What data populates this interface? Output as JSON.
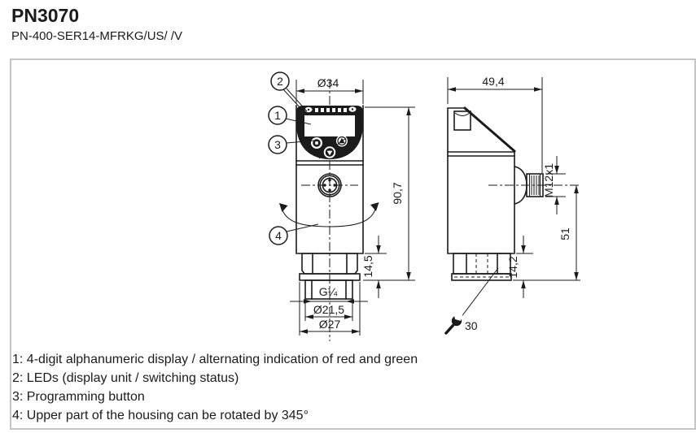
{
  "header": {
    "title": "PN3070",
    "subtitle": "PN-400-SER14-MFRKG/US/ /V"
  },
  "figure": {
    "front_view": {
      "dims": {
        "width": "Ø34",
        "height": "90,7",
        "collar_height": "14,5",
        "thread": "G¼",
        "thread_diameter": "Ø21,5",
        "hex_width": "Ø27"
      },
      "callouts": {
        "display": "1",
        "leds": "2",
        "button": "3",
        "rotation": "4"
      }
    },
    "side_view": {
      "dims": {
        "depth": "49,4",
        "connector_thread": "M12x1",
        "connector_height": "51",
        "collar_height": "14,2",
        "wrench_size": "30"
      }
    }
  },
  "legend": {
    "items": [
      "1: 4-digit alphanumeric display / alternating indication of red and green",
      "2: LEDs (display unit / switching status)",
      "3: Programming button",
      "4: Upper part of the housing can be rotated by 345°"
    ]
  },
  "colors": {
    "line": "#1b1b1b",
    "frame_border": "#c5c5c5",
    "background": "#ffffff"
  }
}
